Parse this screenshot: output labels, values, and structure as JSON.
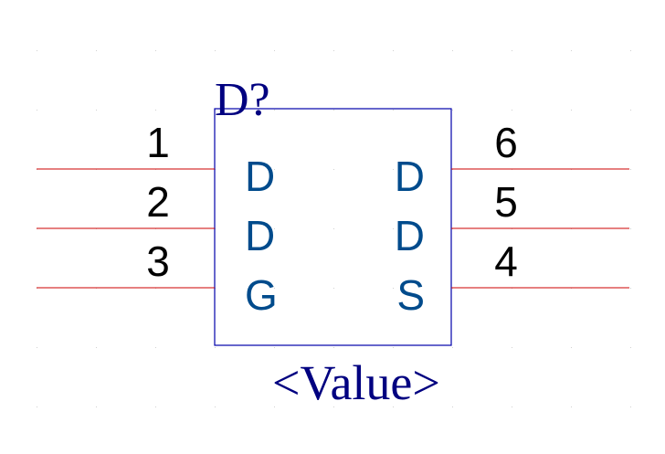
{
  "colors": {
    "background": "#ffffff",
    "grid_dot": "#d0d0d0",
    "body_outline": "#0000aa",
    "pin_line": "#cc0000",
    "pin_name": "#004b8c",
    "designator": "#000080",
    "value": "#000080",
    "pin_number": "#000000"
  },
  "component": {
    "designator": "D?",
    "value": "<Value>",
    "left_pins": [
      {
        "number": "1",
        "name": "D"
      },
      {
        "number": "2",
        "name": "D"
      },
      {
        "number": "3",
        "name": "G"
      }
    ],
    "right_pins": [
      {
        "number": "6",
        "name": "D"
      },
      {
        "number": "5",
        "name": "D"
      },
      {
        "number": "4",
        "name": "S"
      }
    ]
  }
}
